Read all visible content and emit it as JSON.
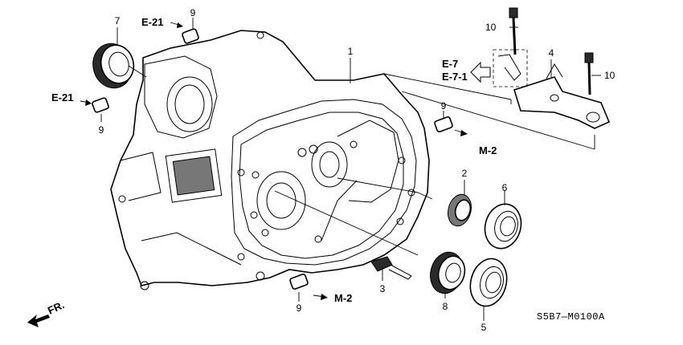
{
  "diagram": {
    "part_labels": [
      {
        "id": "p1",
        "text": "1"
      },
      {
        "id": "p2",
        "text": "2"
      },
      {
        "id": "p3",
        "text": "3"
      },
      {
        "id": "p4",
        "text": "4"
      },
      {
        "id": "p5",
        "text": "5"
      },
      {
        "id": "p6",
        "text": "6"
      },
      {
        "id": "p7",
        "text": "7"
      },
      {
        "id": "p8",
        "text": "8"
      },
      {
        "id": "p9a",
        "text": "9"
      },
      {
        "id": "p9b",
        "text": "9"
      },
      {
        "id": "p9c",
        "text": "9"
      },
      {
        "id": "p9d",
        "text": "9"
      },
      {
        "id": "p10a",
        "text": "10"
      },
      {
        "id": "p10b",
        "text": "10"
      }
    ],
    "references": {
      "e21_top": "E-21",
      "e21_left": "E-21",
      "e7": "E-7",
      "e7_1": "E-7-1",
      "m2_right": "M-2",
      "m2_bottom": "M-2",
      "front": "FR."
    },
    "drawing_code": "S5B7—M0100A"
  }
}
